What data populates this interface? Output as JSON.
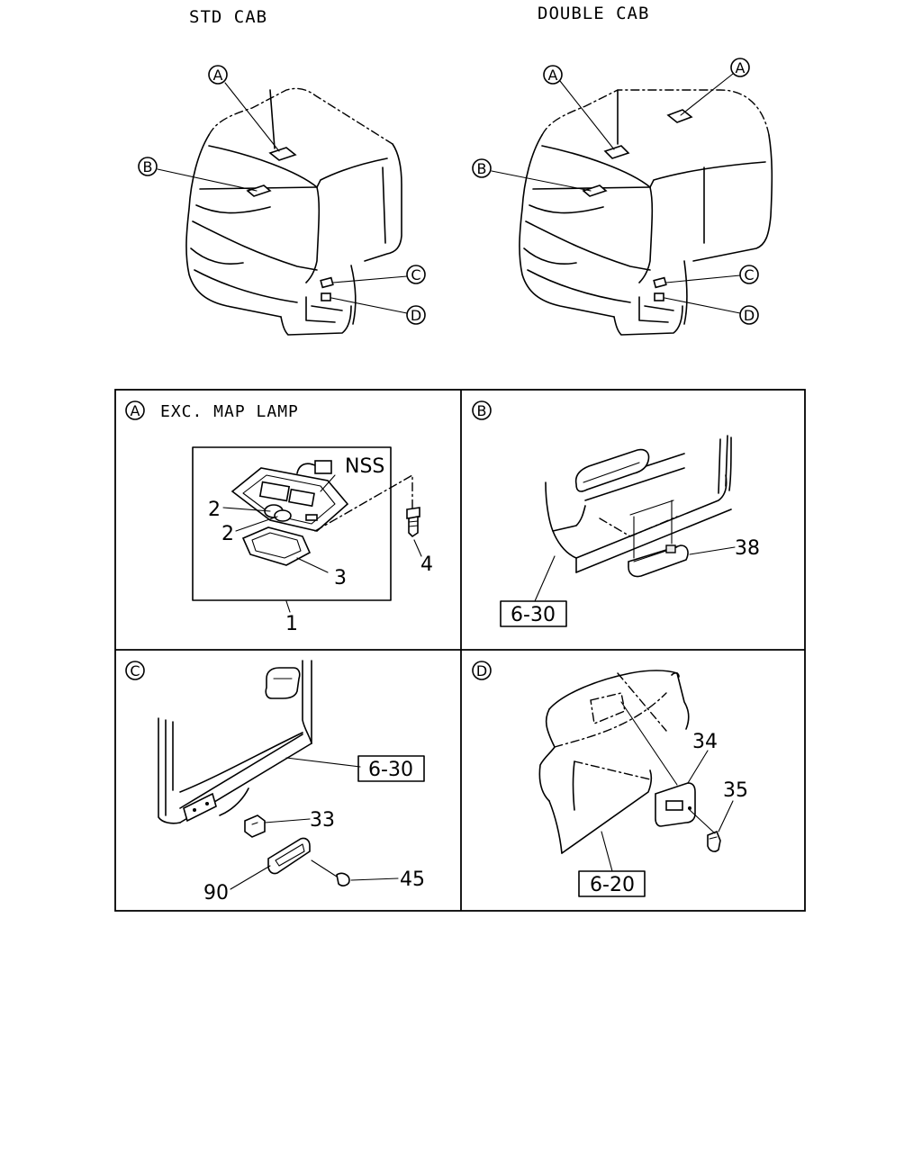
{
  "header": {
    "std_cab": "STD CAB",
    "double_cab": "DOUBLE CAB"
  },
  "callouts": {
    "a": "A",
    "b": "B",
    "c": "C",
    "d": "D"
  },
  "panel_a": {
    "letter": "A",
    "title": "EXC. MAP LAMP",
    "nss": "NSS",
    "part_2a": "2",
    "part_2b": "2",
    "part_3": "3",
    "part_4": "4",
    "part_1": "1"
  },
  "panel_b": {
    "letter": "B",
    "part_38": "38",
    "ref": "6-30"
  },
  "panel_c": {
    "letter": "C",
    "ref": "6-30",
    "part_33": "33",
    "part_45": "45",
    "part_90": "90"
  },
  "panel_d": {
    "letter": "D",
    "part_34": "34",
    "part_35": "35",
    "ref": "6-20"
  }
}
